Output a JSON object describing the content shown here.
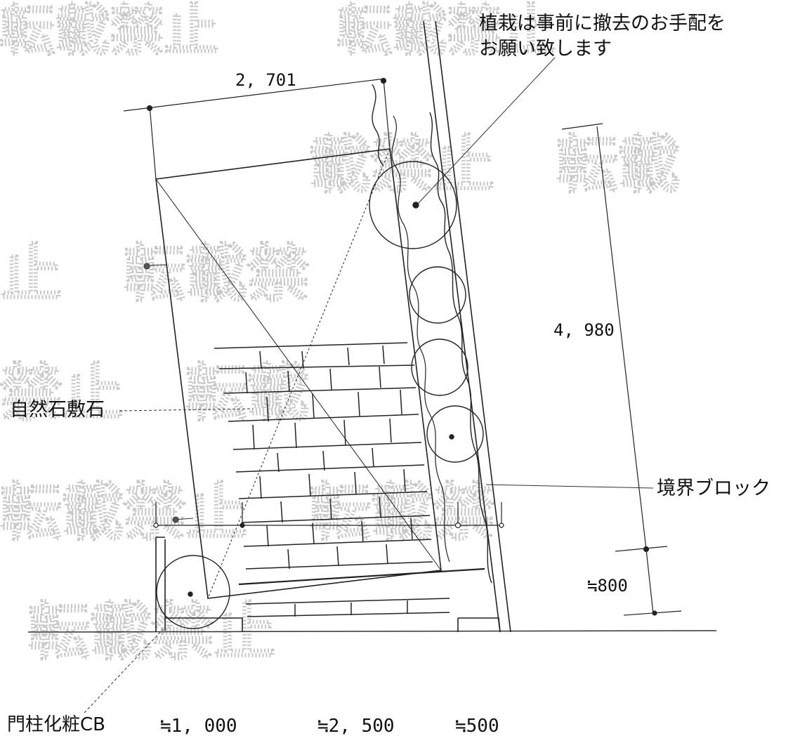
{
  "watermark": {
    "rows": [
      "転載禁止",
      "転載禁止",
      "止　転載禁",
      "禁止　転載",
      "載禁止　転載",
      "転載禁止　転載禁",
      "転載禁止"
    ]
  },
  "annotations": {
    "plant_note_line1": "植栽は事前に撤去のお手配を",
    "plant_note_line2": "お願い致します",
    "natural_stone": "自然石敷石",
    "boundary_block": "境界ブロック",
    "gate_pillar": "門柱化粧CB"
  },
  "dimensions": {
    "top_width": "2, 701",
    "right_depth": "4, 980",
    "right_small": "≒800",
    "bottom_1": "≒1, 000",
    "bottom_2": "≒2, 500",
    "bottom_3": "≒500"
  },
  "colors": {
    "ink": "#111111",
    "watermark": "#c8c8c8"
  }
}
